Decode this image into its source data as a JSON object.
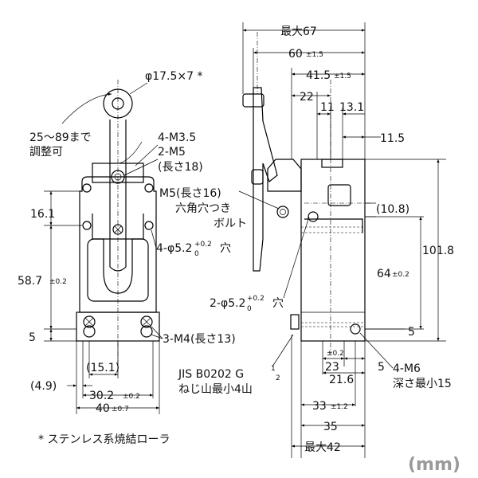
{
  "unit": "(mm)",
  "footnote": "* ステンレス系焼結ローラ",
  "callouts": {
    "roller": "φ17.5×7 *",
    "adjust_line1": "25～89まで",
    "adjust_line2": "調整可",
    "m35": "4-M3.5",
    "m5": "2-M5",
    "m5_len": "(長さ18)",
    "hex_line1": "M5(長さ16)",
    "hex_line2": "六角穴つき",
    "hex_line3": "ボルト",
    "hole4_prefix": "4-φ5.2",
    "hole4_suffix": "穴",
    "m4": "3-M4(長さ13)",
    "hole2_prefix": "2-φ5.2",
    "hole2_suffix": "穴",
    "tol_up": "+0.2",
    "tol_down": "0",
    "jis_line1": "JIS B0202 G",
    "jis_sup": "1",
    "jis_sub": "2",
    "jis_line2": "ねじ山最小4山",
    "m6_line1": "4-M6",
    "m6_line2": "深さ最小15"
  },
  "front_view": {
    "d_16_1": "16.1",
    "d_58_7": "58.7",
    "d_58_7_tol": "±0.2",
    "d_5": "5",
    "d_15_1": "(15.1)",
    "d_4_9": "(4.9)",
    "d_30_2": "30.2",
    "d_30_2_tol": "±0.2",
    "d_40": "40",
    "d_40_tol": "±0.7"
  },
  "side_view": {
    "d_max67": "最大67",
    "d_60": "60",
    "d_60_tol": "±1.5",
    "d_41_5": "41.5",
    "d_41_5_tol": "±1.5",
    "d_22": "22",
    "d_11": "11",
    "d_13_1": "13.1",
    "d_11_5": "11.5",
    "d_10_8": "(10.8)",
    "d_101_8": "101.8",
    "d_64": "64",
    "d_64_tol": "±0.2",
    "d_5": "5",
    "d_tol02": "±0.2",
    "d_23": "23",
    "d_21_6": "21.6",
    "d_5b": "5",
    "d_33": "33",
    "d_33_tol": "±1.2",
    "d_35": "35",
    "d_max42": "最大42"
  }
}
